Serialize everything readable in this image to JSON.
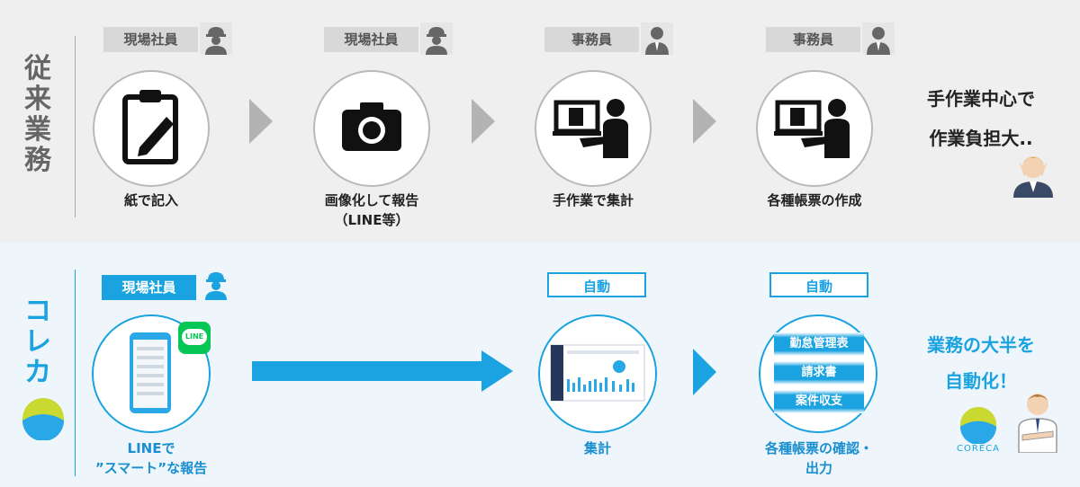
{
  "traditional": {
    "side_title": [
      "従",
      "来",
      "業",
      "務"
    ],
    "steps": [
      {
        "role": "現場社員",
        "role_icon": "worker-helmet-icon",
        "icon": "clipboard-pencil-icon",
        "caption": [
          "紙で記入"
        ]
      },
      {
        "role": "現場社員",
        "role_icon": "worker-helmet-icon",
        "icon": "camera-icon",
        "caption": [
          "画像化して報告",
          "（LINE等）"
        ]
      },
      {
        "role": "事務員",
        "role_icon": "office-worker-icon",
        "icon": "person-at-laptop-icon",
        "caption": [
          "手作業で集計"
        ]
      },
      {
        "role": "事務員",
        "role_icon": "office-worker-icon",
        "icon": "person-at-laptop-icon",
        "caption": [
          "各種帳票の作成"
        ]
      }
    ],
    "conclusion": [
      "手作業中心で",
      "作業負担大.."
    ],
    "conclusion_icon": "stressed-person-icon"
  },
  "coreca": {
    "side_title": [
      "コ",
      "レ",
      "カ"
    ],
    "logo_icon": "coreca-logo-icon",
    "step1": {
      "role": "現場社員",
      "role_icon": "worker-helmet-icon",
      "icon": "smartphone-form-icon",
      "badge": "LINE",
      "caption": [
        "LINEで",
        "”スマート”な報告"
      ]
    },
    "step2": {
      "tag": "自動",
      "icon": "dashboard-screenshot-icon",
      "caption": [
        "集計"
      ]
    },
    "step3": {
      "tag": "自動",
      "pills": [
        "勤怠管理表",
        "請求書",
        "案件収支"
      ],
      "caption": [
        "各種帳票の確認・",
        "出力"
      ]
    },
    "conclusion": [
      "業務の大半を",
      "自動化！"
    ],
    "brand_name": "CORECA",
    "conclusion_icon": "confident-person-icon"
  },
  "colors": {
    "accent_blue": "#1aa3e0",
    "gray_band": "#efefef",
    "blue_band": "#eef6fb",
    "logo_green": "#c9d92f"
  }
}
